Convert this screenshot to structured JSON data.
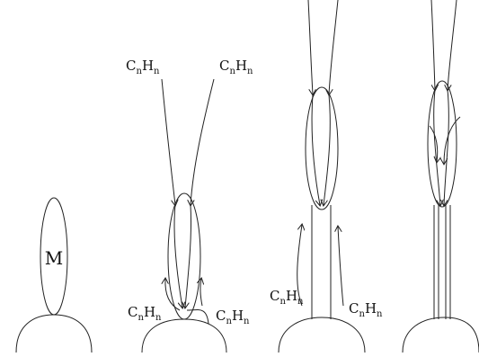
{
  "panel1": {
    "particle_label": "M"
  },
  "panel2": {
    "gas_top_left": {
      "main": "C",
      "sub1": "n",
      "mid": "H",
      "sub2": "n"
    },
    "gas_top_right": {
      "main": "C",
      "sub1": "n",
      "mid": "H",
      "sub2": "n"
    },
    "gas_bottom_left": {
      "main": "C",
      "sub1": "n",
      "mid": "H",
      "sub2": "n"
    },
    "gas_bottom_right": {
      "main": "C",
      "sub1": "n",
      "mid": "H",
      "sub2": "n"
    }
  },
  "panel3": {
    "gas_bottom_left": {
      "main": "C",
      "sub1": "n",
      "mid": "H",
      "sub2": "n"
    },
    "gas_bottom_right": {
      "main": "C",
      "sub1": "n",
      "mid": "H",
      "sub2": "n"
    }
  },
  "colors": {
    "stroke": "#222222",
    "background": "#ffffff"
  }
}
